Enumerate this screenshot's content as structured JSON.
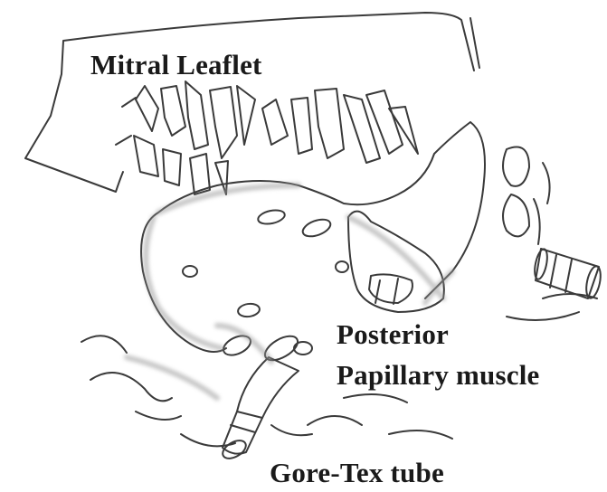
{
  "labels": {
    "mitral_leaflet": "Mitral Leaflet",
    "posterior_line1": "Posterior",
    "posterior_line2": "Papillary muscle",
    "gore_tex": "Gore-Tex tube"
  },
  "colors": {
    "ink": "#3a3a3a",
    "shade": "#9a9a9a",
    "background": "#ffffff"
  }
}
